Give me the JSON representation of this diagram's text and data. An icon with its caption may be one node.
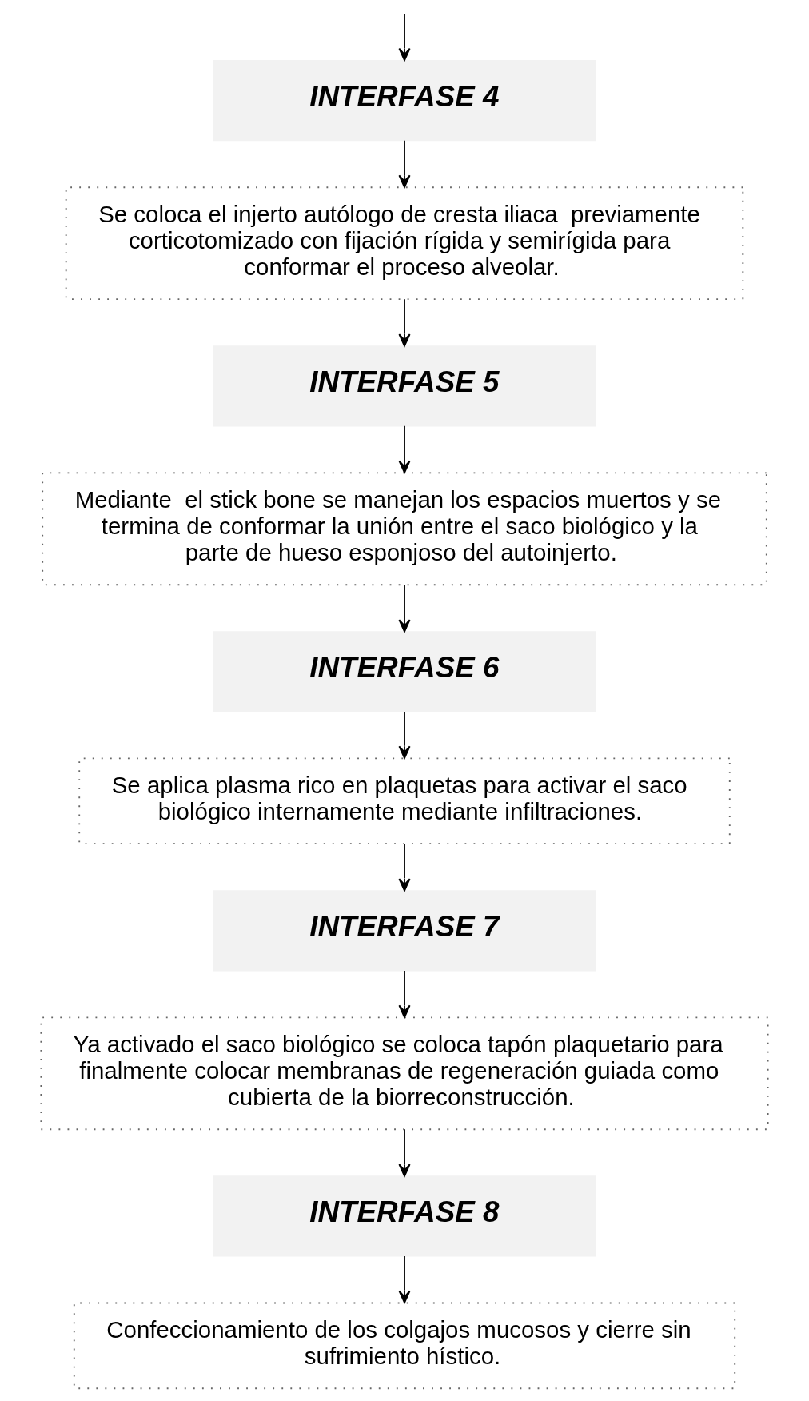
{
  "diagram": {
    "nodes": [
      {
        "text": [
          "INTERFASE 4"
        ]
      },
      {
        "text": [
          "Se coloca el injerto autólogo de cresta iliaca  previamente corticotomizado con fijación rígida y semirígida para conformar el proceso alveolar."
        ]
      },
      {
        "text": [
          "INTERFASE 5"
        ]
      },
      {
        "text": [
          "Mediante  el stick bone se manejan los espacios muertos y se termina de conformar la unión entre el saco biológico y la parte de hueso esponjoso del autoinjerto."
        ]
      },
      {
        "text": [
          "INTERFASE 6"
        ]
      },
      {
        "text": [
          "Se aplica plasma rico en plaquetas para activar el saco biológico internamente mediante infiltraciones."
        ]
      },
      {
        "text": [
          "INTERFASE 7"
        ]
      },
      {
        "text": [
          "Ya activado el saco biológico se coloca tapón plaquetario para finalmente colocar membranas de regeneración guiada como cubierta de la biorreconstrucción."
        ]
      },
      {
        "text": [
          "INTERFASE 8"
        ]
      },
      {
        "text": [
          "Confeccionamiento de los colgajos mucosos y cierre sin sufrimiento hístico."
        ]
      }
    ],
    "edges": [
      {
        "from": null,
        "to": 0,
        "arrow": "to"
      },
      {
        "from": 0,
        "to": 1,
        "arrow": "to"
      },
      {
        "from": 1,
        "to": 2,
        "arrow": "to"
      },
      {
        "from": 2,
        "to": 3,
        "arrow": "to"
      },
      {
        "from": 3,
        "to": 4,
        "arrow": "to"
      },
      {
        "from": 4,
        "to": 5,
        "arrow": "to"
      },
      {
        "from": 5,
        "to": 6,
        "arrow": "to"
      },
      {
        "from": 6,
        "to": 7,
        "arrow": "to"
      },
      {
        "from": 7,
        "to": 8,
        "arrow": "to"
      },
      {
        "from": 8,
        "to": 9,
        "arrow": "to"
      }
    ]
  }
}
